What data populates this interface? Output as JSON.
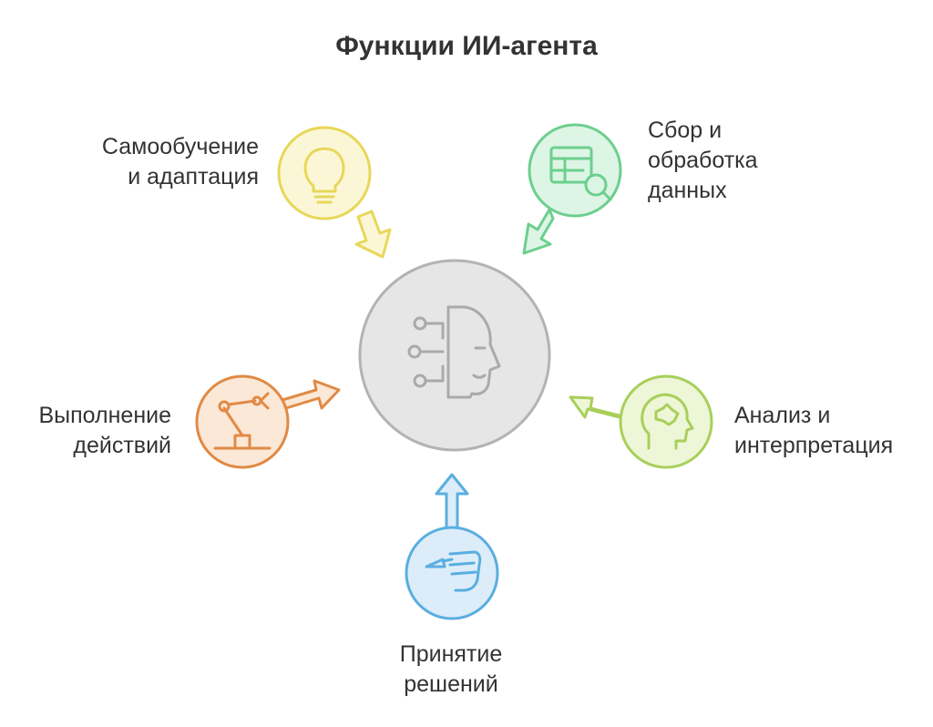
{
  "title": "Функции ИИ-агента",
  "center": {
    "icon": "ai-head-circuit-icon",
    "color": "#b3b3b3"
  },
  "nodes": {
    "learning": {
      "line1": "Самообучение",
      "line2": "и адаптация",
      "icon": "lightbulb-icon",
      "color": "#e8d75a",
      "fill": "#fbf7d6"
    },
    "collect": {
      "line1": "Сбор и",
      "line2": "обработка",
      "line3": "данных",
      "icon": "table-magnifier-icon",
      "color": "#6ccf8e",
      "fill": "#ddf5e5"
    },
    "action": {
      "line1": "Выполнение",
      "line2": "действий",
      "icon": "robot-arm-icon",
      "color": "#e08a45",
      "fill": "#fbe8d7"
    },
    "analysis": {
      "line1": "Анализ и",
      "line2": "интерпретация",
      "icon": "head-puzzle-icon",
      "color": "#a8cf5a",
      "fill": "#eef6d8"
    },
    "decision": {
      "line1": "Принятие",
      "line2": "решений",
      "icon": "hand-pen-icon",
      "color": "#5aaee0",
      "fill": "#dcedf9"
    }
  }
}
